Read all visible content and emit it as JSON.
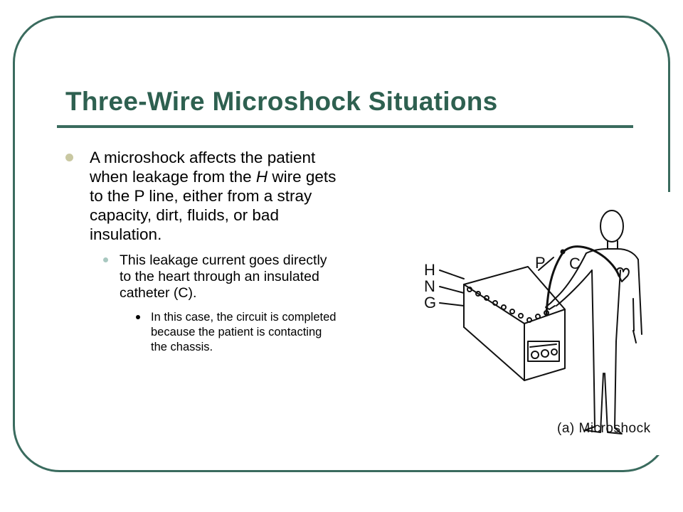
{
  "slide": {
    "title": "Three-Wire Microshock Situations",
    "bullet1": {
      "before_italic": "A microshock affects the patient when leakage from the ",
      "italic": "H",
      "after_italic": " wire gets to the P line, either from a stray capacity, dirt, fluids, or bad insulation."
    },
    "bullet2": "This leakage current goes directly to the heart through an insulated catheter (C).",
    "bullet3": "In this case, the circuit is completed because the patient is contacting the chassis."
  },
  "figure": {
    "wire_labels": {
      "h": "H",
      "n": "N",
      "g": "G"
    },
    "line_labels": {
      "p": "P",
      "c": "C"
    },
    "caption": "(a) Microshock"
  },
  "colors": {
    "frame": "#3a6b5e",
    "title": "#2e6050",
    "bullet1": "#c9c8a2",
    "bullet2": "#a8c8c0"
  }
}
